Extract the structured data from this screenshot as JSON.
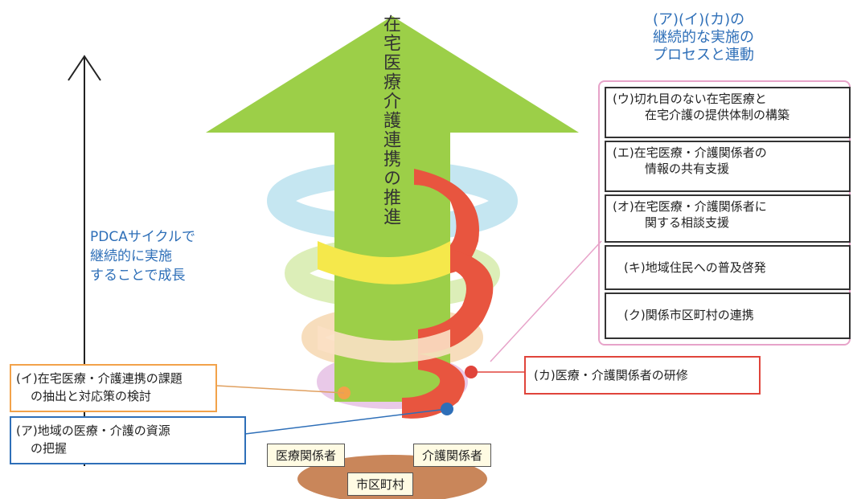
{
  "arrow_text": "在宅医療介護連携の推進",
  "left_label": [
    "PDCAサイクルで",
    "継続的に実施",
    "することで成長"
  ],
  "right_title": [
    "(ア)(イ)(カ)の",
    "継続的な実施の",
    "プロセスと連動"
  ],
  "right_items": [
    [
      "(ウ)切れ目のない在宅医療と",
      "在宅介護の提供体制の構築"
    ],
    [
      "(エ)在宅医療・介護関係者の",
      "情報の共有支援"
    ],
    [
      "(オ)在宅医療・介護関係者に",
      "関する相談支援"
    ],
    [
      "(キ)地域住民への普及啓発"
    ],
    [
      "(ク)関係市区町村の連携"
    ]
  ],
  "box_i": [
    "(イ)在宅医療・介護連携の課題",
    "の抽出と対応策の検討"
  ],
  "box_a": [
    "(ア)地域の医療・介護の資源",
    "の把握"
  ],
  "box_ka": "(カ)医療・介護関係者の研修",
  "base": {
    "medical": "医療関係者",
    "care": "介護関係者",
    "city": "市区町村"
  },
  "colors": {
    "arrow": "#9ccf48",
    "blue": "#2e6fb8",
    "orange": "#f2a24a",
    "red": "#e0443b",
    "pink": "#e7a3c9"
  }
}
